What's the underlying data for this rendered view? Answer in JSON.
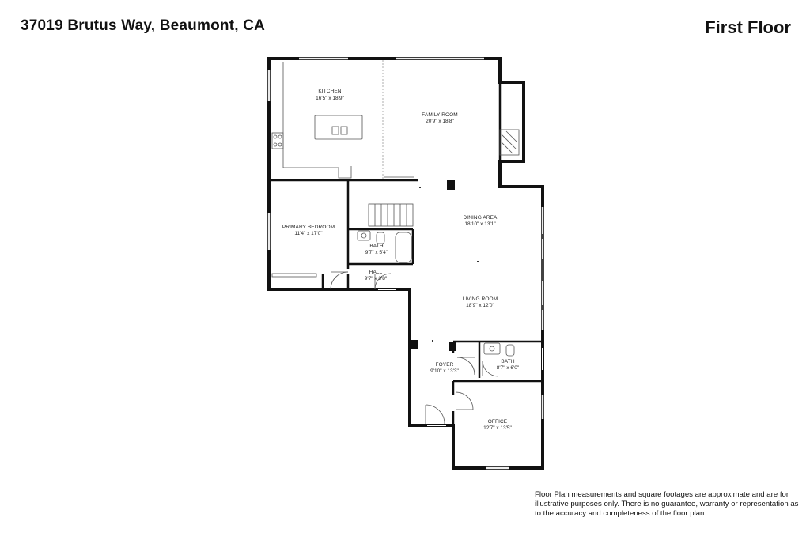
{
  "header": {
    "address": "37019 Brutus Way, Beaumont, CA",
    "floor": "First Floor"
  },
  "rooms": {
    "kitchen": {
      "name": "KITCHEN",
      "dims": "16'5\" x 18'9\""
    },
    "family_room": {
      "name": "FAMILY ROOM",
      "dims": "20'9\" x 18'8\""
    },
    "primary_bedroom": {
      "name": "PRIMARY BEDROOM",
      "dims": "11'4\" x 17'0\""
    },
    "bath_1": {
      "name": "BATH",
      "dims": "9'7\" x 5'4\""
    },
    "hall": {
      "name": "HALL",
      "dims": "9'7\" x 3'8\""
    },
    "dining_area": {
      "name": "DINING AREA",
      "dims": "18'10\" x 13'1\""
    },
    "living_room": {
      "name": "LIVING ROOM",
      "dims": "18'9\" x 12'0\""
    },
    "foyer": {
      "name": "FOYER",
      "dims": "9'10\" x 13'3\""
    },
    "bath_2": {
      "name": "BATH",
      "dims": "8'7\" x 6'0\""
    },
    "office": {
      "name": "OFFICE",
      "dims": "12'7\" x 13'5\""
    }
  },
  "disclaimer": "Floor Plan measurements and square footages are approximate and are for illustrative purposes only. There is no guarantee, warranty or representation as to the accuracy and completeness of the floor plan",
  "colors": {
    "wall": "#111111",
    "fixture": "#555555",
    "window": "#bbbbbb"
  }
}
